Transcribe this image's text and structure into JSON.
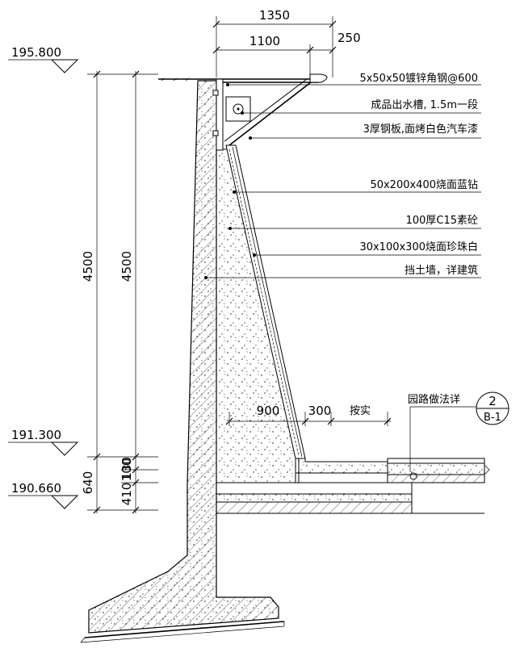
{
  "elevations": {
    "top": "195.800",
    "mid": "191.300",
    "bottom": "190.660"
  },
  "dimensions": {
    "top_total": "1350",
    "top_inner": "1100",
    "top_side": "250",
    "height_outer": "4500",
    "height_inner": "4500",
    "lower_100": "100",
    "lower_130": "130",
    "lower_640": "640",
    "lower_410": "410",
    "bottom_900": "900",
    "bottom_300": "300",
    "bottom_as_built": "按实"
  },
  "callouts": [
    "5x50x50镀锌角钢@600",
    "成品出水槽, 1.5m一段",
    "3厚钢板,面烤白色汽车漆",
    "50x200x400烧面蓝钻",
    "100厚C15素砼",
    "30x100x300烧面珍珠白",
    "挡土墙，详建筑"
  ],
  "reference": {
    "note": "园路做法详",
    "number": "2",
    "sheet": "B-1"
  }
}
